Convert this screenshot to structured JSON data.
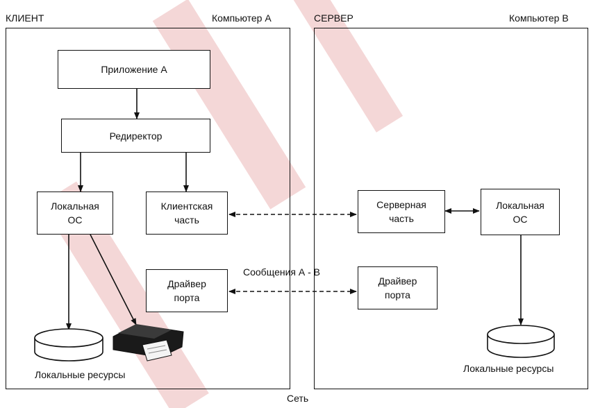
{
  "client": {
    "title": "КЛИЕНТ",
    "computer": "Компьютер А",
    "app": "Приложение А",
    "redirector": "Редиректор",
    "local_os": "Локальная\nОС",
    "client_part": "Клиентская\nчасть",
    "port_driver": "Драйвер\nпорта",
    "resources": "Локальные ресурсы"
  },
  "server": {
    "title": "СЕРВЕР",
    "computer": "Компьютер В",
    "server_part": "Серверная\nчасть",
    "local_os": "Локальная\nОС",
    "port_driver": "Драйвер\nпорта",
    "resources": "Локальные ресурсы"
  },
  "messages_label": "Сообщения А - В",
  "network_label": "Сеть",
  "colors": {
    "ink": "#111111",
    "watermark": "#f3d3d3"
  }
}
